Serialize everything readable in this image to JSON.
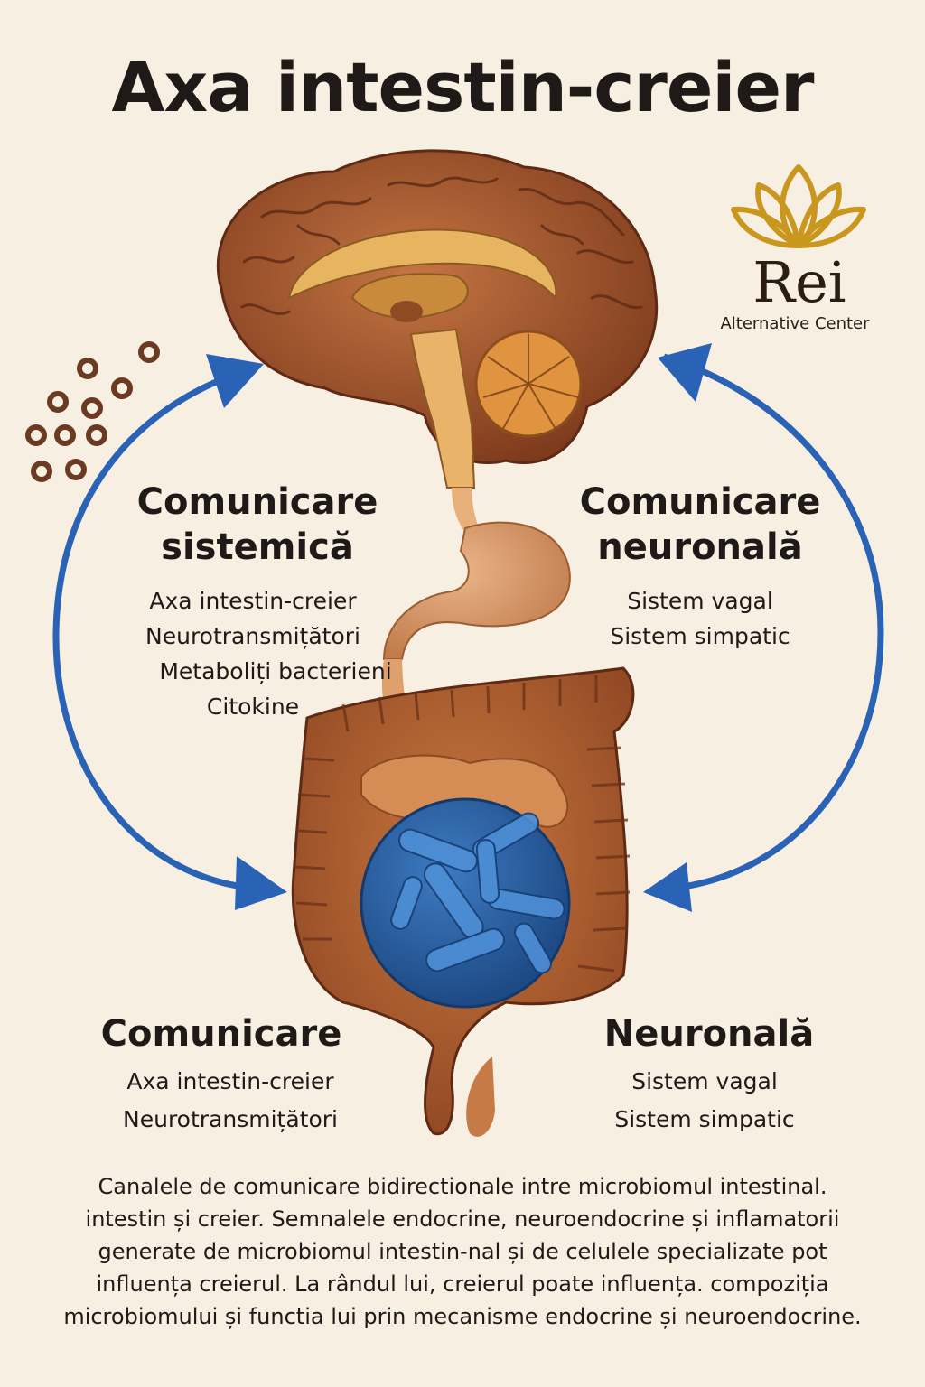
{
  "title": "Axa intestin-creier",
  "logo": {
    "name": "Rei",
    "subtitle": "Alternative Center"
  },
  "systemic": {
    "heading_line1": "Comunicare",
    "heading_line2": "sistemică",
    "items": [
      "Axa intestin-creier",
      "Neurotransmițători",
      "Metaboliți bacterieni",
      "Citokine"
    ]
  },
  "neural": {
    "heading_line1": "Comunicare",
    "heading_line2": "neuronală",
    "items": [
      "Sistem vagal",
      "Sistem simpatic"
    ]
  },
  "bottom_left": {
    "heading": "Comunicare",
    "items": [
      "Axa intestin-creier",
      "Neurotransmițători"
    ]
  },
  "bottom_right": {
    "heading": "Neuronală",
    "items": [
      "Sistem vagal",
      "Sistem simpatic"
    ]
  },
  "caption": "Canalele de comunicare bidirectionale intre microbiomul intestinal. intestin și creier. Semnalele endocrine, neuroendocrine și inflamatorii generate de microbiomul intestin-nal și de celulele specializate pot influența creierul. La rândul lui, creierul poate influența. compoziția microbiomului și functia lui prin mecanisme endocrine și neuroendocrine.",
  "colors": {
    "background": "#f8efe3",
    "arrow": "#2a62b5",
    "brain": "#9a4a24",
    "gut": "#a65a2c",
    "microbiome": "#2c5f9e",
    "logo_gold": "#c9961e"
  },
  "icons": [
    "lotus-logo-icon",
    "bacteria-dots-icon",
    "brain-icon",
    "stomach-icon",
    "intestine-icon",
    "microbiome-icon"
  ]
}
